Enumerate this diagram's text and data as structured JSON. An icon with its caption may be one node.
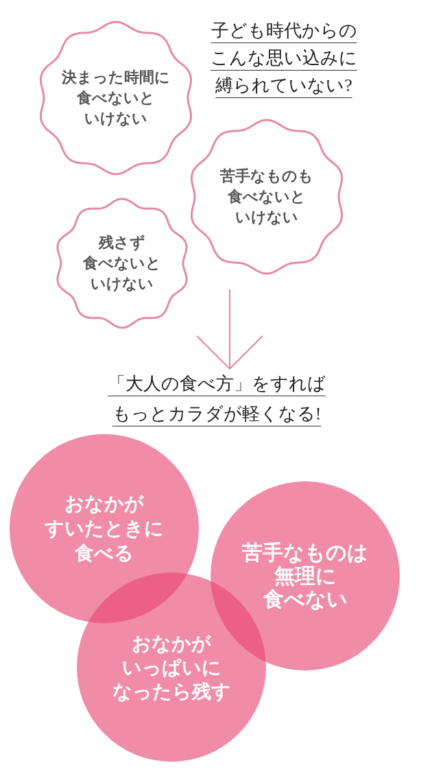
{
  "diagram": {
    "title": "子ども時代からのこんな思い込みに縛られていない?",
    "nodes": [
      {
        "text": [
          "決まった時間に食べないといけない"
        ]
      },
      {
        "text": [
          "苦手なものも食べないといけない"
        ]
      },
      {
        "text": [
          "残さず食べないといけない"
        ]
      },
      {
        "text": [
          "「大人の食べ方」をすればもっとカラダが軽くなる!"
        ]
      },
      {
        "text": [
          "おなかがすいたときに食べる"
        ]
      },
      {
        "text": [
          "苦手なものは無理に食べない"
        ]
      },
      {
        "text": [
          "おなかがいっぱいになったら残す"
        ]
      }
    ],
    "edges": [
      {
        "from": null,
        "to": 3,
        "arrow": "to"
      }
    ]
  }
}
